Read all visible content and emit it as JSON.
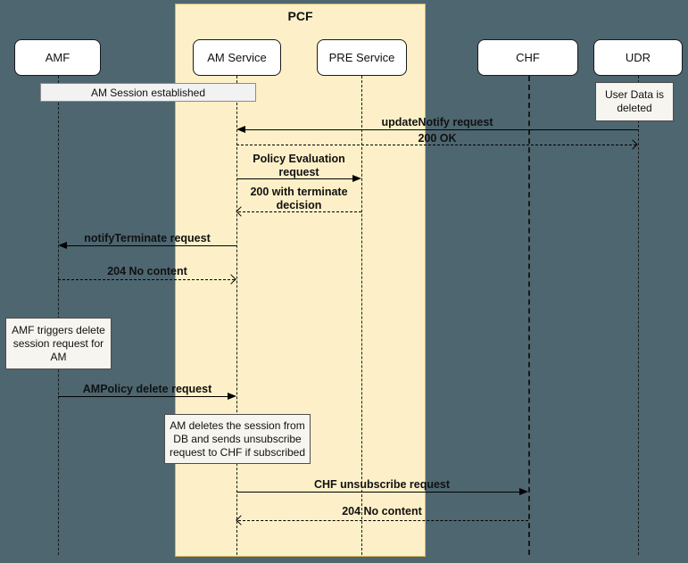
{
  "diagram": {
    "type": "sequence-diagram",
    "group": {
      "title": "PCF",
      "members": [
        "AM Service",
        "PRE Service"
      ]
    },
    "participants": [
      {
        "id": "amf",
        "label": "AMF"
      },
      {
        "id": "am-service",
        "label": "AM Service"
      },
      {
        "id": "pre-service",
        "label": "PRE Service"
      },
      {
        "id": "chf",
        "label": "CHF"
      },
      {
        "id": "udr",
        "label": "UDR"
      }
    ],
    "notes": [
      {
        "id": "am-session-established",
        "text": "AM Session established"
      },
      {
        "id": "user-data-deleted",
        "text": "User Data is deleted"
      },
      {
        "id": "amf-triggers-delete",
        "text": "AMF triggers delete session request for AM"
      },
      {
        "id": "am-deletes-session",
        "text": "AM deletes the session from DB and sends unsubscribe request to CHF if subscribed"
      }
    ],
    "messages": [
      {
        "label": "updateNotify request",
        "from": "UDR",
        "to": "AM Service",
        "style": "solid"
      },
      {
        "label": "200 OK",
        "from": "AM Service",
        "to": "UDR",
        "style": "dashed"
      },
      {
        "label": "Policy Evaluation request",
        "from": "AM Service",
        "to": "PRE Service",
        "style": "solid"
      },
      {
        "label": "200 with terminate decision",
        "from": "PRE Service",
        "to": "AM Service",
        "style": "dashed"
      },
      {
        "label": "notifyTerminate request",
        "from": "AM Service",
        "to": "AMF",
        "style": "solid"
      },
      {
        "label": "204 No content",
        "from": "AMF",
        "to": "AM Service",
        "style": "dashed"
      },
      {
        "label": "AMPolicy delete request",
        "from": "AMF",
        "to": "AM Service",
        "style": "solid"
      },
      {
        "label": "CHF unsubscribe request",
        "from": "AM Service",
        "to": "CHF",
        "style": "solid"
      },
      {
        "label": "204 No content",
        "from": "CHF",
        "to": "AM Service",
        "style": "dashed"
      }
    ],
    "colors": {
      "background": "#4D6670",
      "group_fill": "#FDF0C8",
      "group_border": "#D6B656",
      "note_fill": "#F7F5EF",
      "gray_note_fill": "#F2F2F2",
      "participant_fill": "#FFFFFF",
      "line": "#000000"
    }
  }
}
